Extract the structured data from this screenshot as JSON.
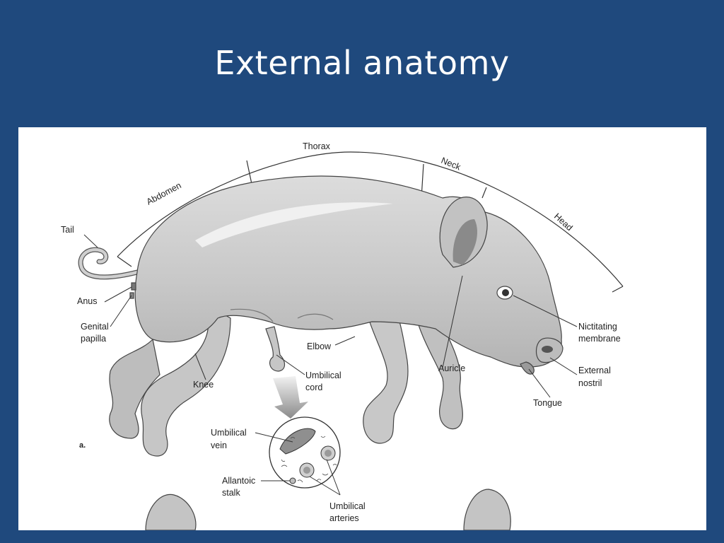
{
  "slide": {
    "title": "External anatomy"
  },
  "diagram": {
    "panel_letter": "a.",
    "regions": {
      "thorax": "Thorax",
      "abdomen": "Abdomen",
      "neck": "Neck",
      "head": "Head"
    },
    "labels": {
      "tail": "Tail",
      "anus": "Anus",
      "genital_papilla": [
        "Genital",
        "papilla"
      ],
      "knee": "Knee",
      "elbow": "Elbow",
      "umbilical_cord": [
        "Umbilical",
        "cord"
      ],
      "auricle": "Auricle",
      "nictitating_membrane": [
        "Nictitating",
        "membrane"
      ],
      "external_nostril": [
        "External",
        "nostril"
      ],
      "tongue": "Tongue",
      "umbilical_vein": [
        "Umbilical",
        "vein"
      ],
      "allantoic_stalk": [
        "Allantoic",
        "stalk"
      ],
      "umbilical_arteries": [
        "Umbilical",
        "arteries"
      ]
    }
  }
}
